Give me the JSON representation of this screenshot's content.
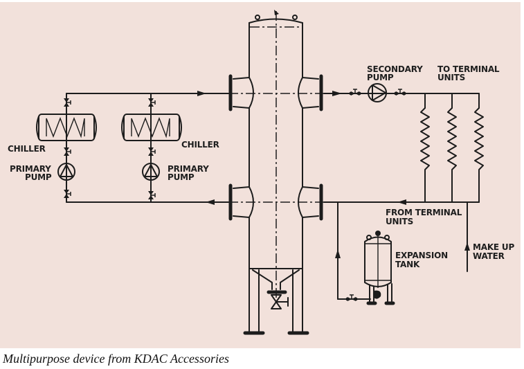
{
  "figure": {
    "caption": "Multipurpose device from KDAC Accessories",
    "background_color": "#f2e1db",
    "line_color": "#1c1c1c"
  },
  "labels": {
    "chiller_left": "CHILLER",
    "chiller_right": "CHILLER",
    "primary_pump_left_line1": "PRIMARY",
    "primary_pump_left_line2": "PUMP",
    "primary_pump_right_line1": "PRIMARY",
    "primary_pump_right_line2": "PUMP",
    "secondary_pump_line1": "SECONDARY",
    "secondary_pump_line2": "PUMP",
    "to_terminal_line1": "TO TERMINAL",
    "to_terminal_line2": "UNITS",
    "from_terminal_line1": "FROM TERMINAL",
    "from_terminal_line2": "UNITS",
    "expansion_tank_line1": "EXPANSION",
    "expansion_tank_line2": "TANK",
    "make_up_water_line1": "MAKE UP",
    "make_up_water_line2": "WATER"
  },
  "components": [
    {
      "name": "chiller",
      "count": 2
    },
    {
      "name": "primary pump",
      "count": 2
    },
    {
      "name": "secondary pump",
      "count": 1
    },
    {
      "name": "terminal unit coil",
      "count": 3
    },
    {
      "name": "expansion tank",
      "count": 1
    },
    {
      "name": "multipurpose vessel",
      "count": 1
    }
  ]
}
